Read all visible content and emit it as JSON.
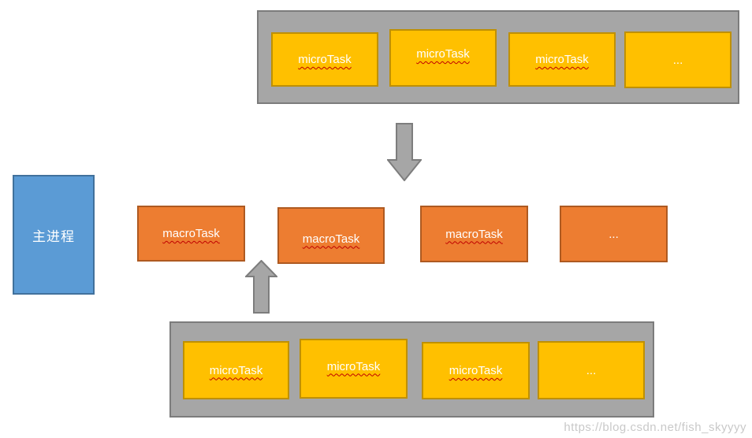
{
  "diagram": {
    "top_queue": {
      "items": [
        {
          "label": "microTask"
        },
        {
          "label": "microTask"
        },
        {
          "label": "microTask"
        },
        {
          "label": "..."
        }
      ]
    },
    "main_process": {
      "label": "主进程"
    },
    "macro_row": {
      "items": [
        {
          "label": "macroTask"
        },
        {
          "label": "macroTask"
        },
        {
          "label": "macroTask"
        },
        {
          "label": "..."
        }
      ]
    },
    "bottom_queue": {
      "items": [
        {
          "label": "microTask"
        },
        {
          "label": "microTask"
        },
        {
          "label": "microTask"
        },
        {
          "label": "..."
        }
      ]
    },
    "icons": {
      "down_arrow": "arrow-down-icon",
      "up_arrow": "arrow-up-icon"
    },
    "colors": {
      "micro_fill": "#FFC000",
      "micro_border": "#BF9000",
      "macro_fill": "#ED7D31",
      "macro_border": "#AE5A21",
      "main_fill": "#5B9BD5",
      "main_border": "#41719C",
      "container_fill": "#A6A6A6",
      "container_border": "#7C7C7C",
      "arrow_fill": "#A6A6A6",
      "arrow_border": "#7D7D7D",
      "spell_underline": "#C00000"
    }
  },
  "watermark": {
    "text": "https://blog.csdn.net/fish_skyyyy"
  }
}
